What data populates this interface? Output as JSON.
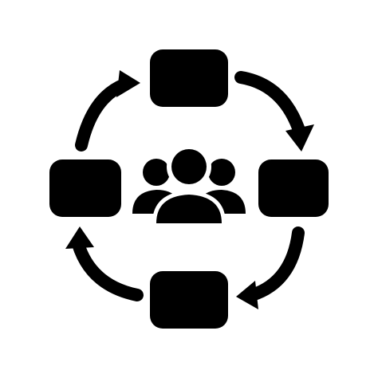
{
  "icon": {
    "name": "team-workflow-cycle-icon",
    "color": "#000000",
    "background": "#ffffff",
    "nodes": [
      "top-box",
      "right-box",
      "bottom-box",
      "left-box"
    ],
    "arrows": [
      "top-right-arrow",
      "bottom-right-arrow",
      "bottom-left-arrow",
      "top-left-arrow"
    ],
    "center": "people-group-icon",
    "people_count": 3
  }
}
